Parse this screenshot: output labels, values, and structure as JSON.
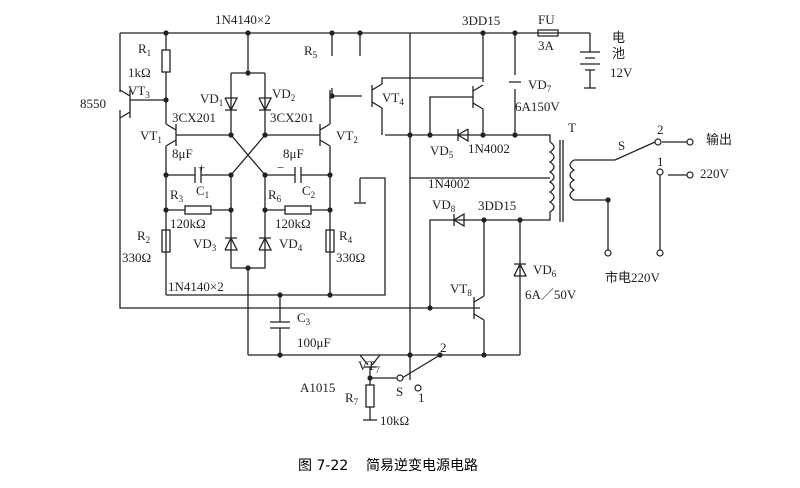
{
  "title": "简易逆变电源电路",
  "figure_number": "图 7-22",
  "labels": {
    "top_diodes": {
      "t": "1N4140×2"
    },
    "bottom_diodes": {
      "t": "1N4140×2"
    },
    "r1": {
      "t": "R",
      "s": "1"
    },
    "r1_val": {
      "t": "1kΩ"
    },
    "vt3": {
      "t": "VT",
      "s": "3"
    },
    "vt3_type": {
      "t": "8550"
    },
    "vt1": {
      "t": "VT",
      "s": "1"
    },
    "vt1_type": {
      "t": "3CX201"
    },
    "vt2": {
      "t": "VT",
      "s": "2"
    },
    "vt2_type": {
      "t": "3CX201"
    },
    "vd1": {
      "t": "VD",
      "s": "1"
    },
    "vd2": {
      "t": "VD",
      "s": "2"
    },
    "vd3": {
      "t": "VD",
      "s": "3"
    },
    "vd4": {
      "t": "VD",
      "s": "4"
    },
    "c1": {
      "t": "C",
      "s": "1"
    },
    "c1_val": {
      "t": "8μF"
    },
    "c1_plus": {
      "t": "+"
    },
    "c2": {
      "t": "C",
      "s": "2"
    },
    "c2_val": {
      "t": "8μF"
    },
    "c2_minus": {
      "t": "−"
    },
    "r3": {
      "t": "R",
      "s": "3"
    },
    "r3_val": {
      "t": "120kΩ"
    },
    "r6": {
      "t": "R",
      "s": "6"
    },
    "r6_val": {
      "t": "120kΩ"
    },
    "r2": {
      "t": "R",
      "s": "2"
    },
    "r2_val": {
      "t": "330Ω"
    },
    "r4": {
      "t": "R",
      "s": "4"
    },
    "r4_val": {
      "t": "330Ω"
    },
    "r5": {
      "t": "R",
      "s": "5"
    },
    "vt4": {
      "t": "VT",
      "s": "4"
    },
    "vt5_type": {
      "t": "3DD15"
    },
    "fu": {
      "t": "FU"
    },
    "fu_val": {
      "t": "3A"
    },
    "battery": {
      "t": "电"
    },
    "battery2": {
      "t": "池"
    },
    "battery_val": {
      "t": "12V"
    },
    "vd7": {
      "t": "VD",
      "s": "7"
    },
    "vd7_val": {
      "t": "6A150V"
    },
    "vd5": {
      "t": "VD",
      "s": "5"
    },
    "vd5_type": {
      "t": "1N4002"
    },
    "transformer": {
      "t": "T"
    },
    "switch_s": {
      "t": "S"
    },
    "switch_2": {
      "t": "2"
    },
    "switch_1": {
      "t": "1"
    },
    "output": {
      "t": "输出"
    },
    "ac_220": {
      "t": "220V"
    },
    "mains": {
      "t": "市电220V"
    },
    "vd8_type": {
      "t": "1N4002"
    },
    "vd8": {
      "t": "VD",
      "s": "8"
    },
    "vt8_type": {
      "t": "3DD15"
    },
    "vd6": {
      "t": "VD",
      "s": "6"
    },
    "vd6_val": {
      "t": "6A／50V"
    },
    "vt8": {
      "t": "VT",
      "s": "8"
    },
    "c3": {
      "t": "C",
      "s": "3"
    },
    "c3_val": {
      "t": "100μF"
    },
    "vt7": {
      "t": "VT",
      "s": "7"
    },
    "vt7_type": {
      "t": "A1015"
    },
    "r7": {
      "t": "R",
      "s": "7"
    },
    "r7_val": {
      "t": "10kΩ"
    },
    "sw2_s": {
      "t": "S"
    },
    "sw2_2": {
      "t": "2"
    },
    "sw2_1": {
      "t": "1"
    }
  }
}
